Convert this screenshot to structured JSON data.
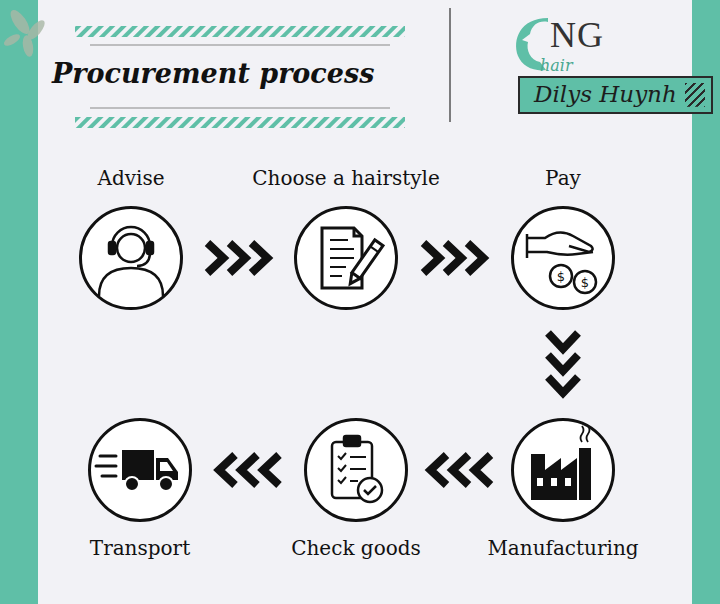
{
  "diagram": {
    "title": "Procurement process",
    "nodes": [
      {
        "text": [
          "Dilys Huynh"
        ]
      },
      {
        "text": [
          "Advise"
        ]
      },
      {
        "text": [
          "Choose a hairstyle"
        ]
      },
      {
        "text": [
          "Pay"
        ]
      },
      {
        "text": [
          "Manufacturing"
        ]
      },
      {
        "text": [
          "Check goods"
        ]
      },
      {
        "text": [
          "Transport"
        ]
      }
    ],
    "edges": [
      {
        "from": 1,
        "to": 2,
        "arrow": "to"
      },
      {
        "from": 2,
        "to": 3,
        "arrow": "to"
      },
      {
        "from": 3,
        "to": 4,
        "arrow": "to"
      },
      {
        "from": 4,
        "to": 5,
        "arrow": "to"
      },
      {
        "from": 5,
        "to": 6,
        "arrow": "to"
      }
    ],
    "labels": [
      "NG",
      "hair",
      "$",
      "$"
    ]
  }
}
